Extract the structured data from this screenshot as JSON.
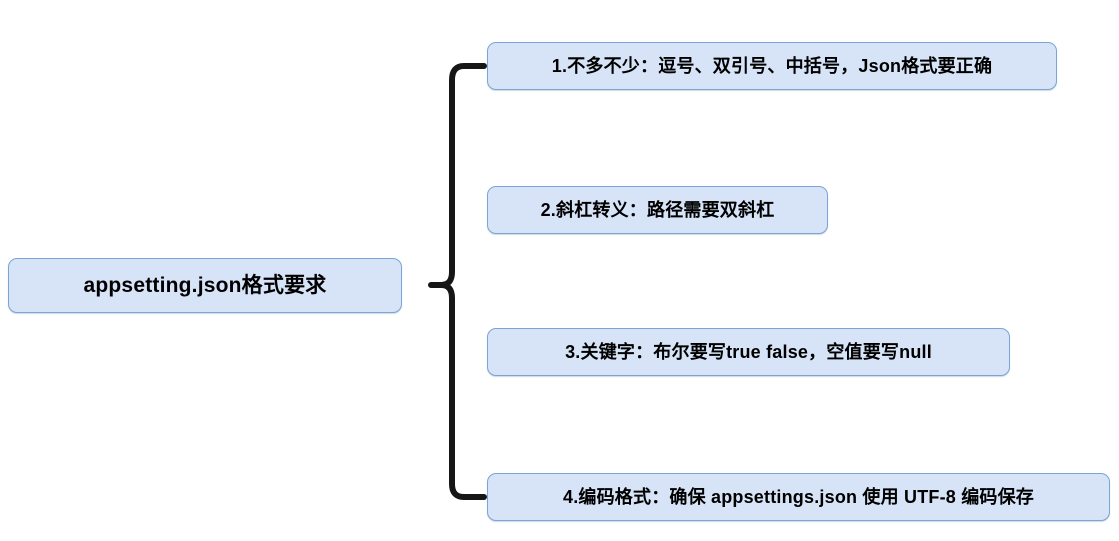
{
  "diagram": {
    "type": "mind-map-brace",
    "background_color": "#ffffff",
    "node_fill_color": "#d7e4f7",
    "node_border_color": "#7ba5d4",
    "connector_color": "#1a1a1a",
    "text_color": "#000000",
    "root": {
      "label": "appsetting.json格式要求"
    },
    "connector": {
      "name": "curly-brace",
      "glyph": "}"
    },
    "branches": [
      {
        "index": "1",
        "label": "1.不多不少：逗号、双引号、中括号，Json格式要正确"
      },
      {
        "index": "2",
        "label": "2.斜杠转义：路径需要双斜杠"
      },
      {
        "index": "3",
        "label": "3.关键字：布尔要写true false，空值要写null"
      },
      {
        "index": "4",
        "label": "4.编码格式：确保 appsettings.json 使用 UTF-8 编码保存"
      }
    ]
  }
}
